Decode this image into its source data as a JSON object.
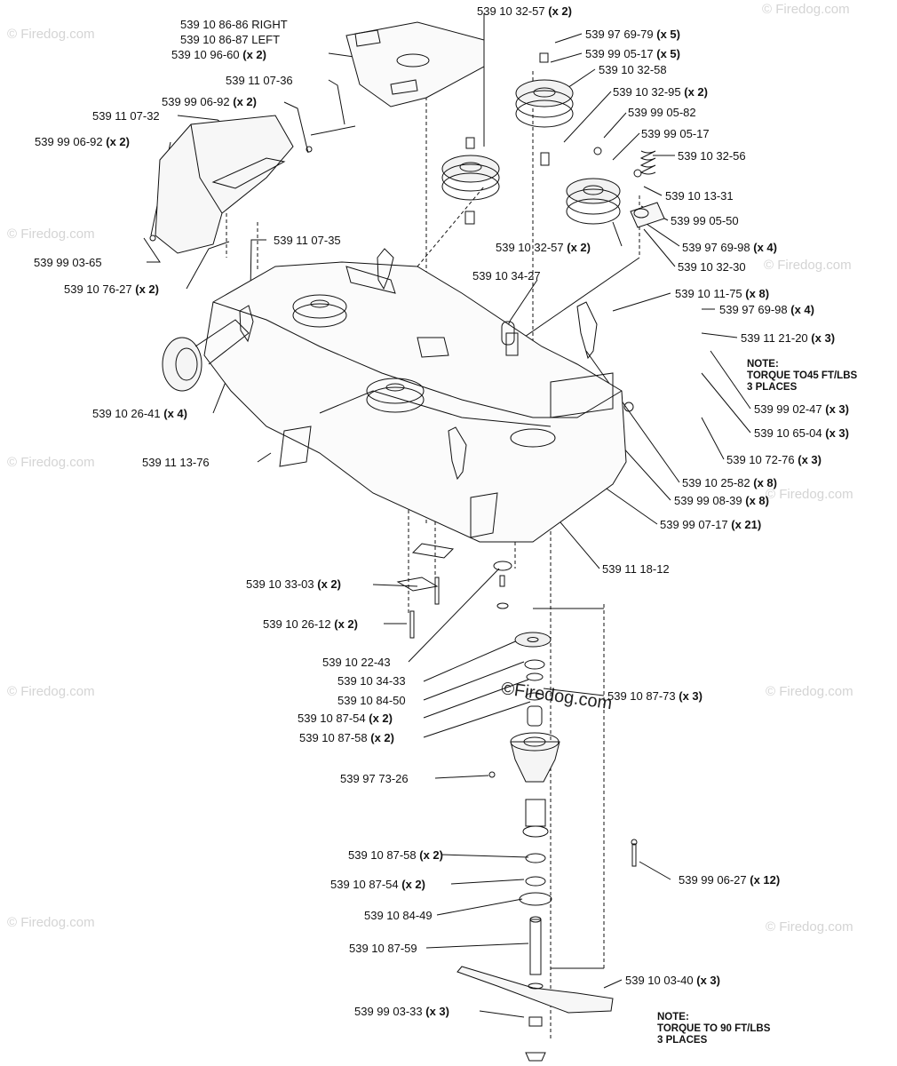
{
  "labels": {
    "p1": "539 10 86-86 RIGHT",
    "p2": "539 10 86-87 LEFT",
    "p3": "539 10 96-60",
    "p4": "539 11 07-36",
    "p5": "539 99 06-92",
    "p6": "539 11 07-32",
    "p7": "539 99 06-92",
    "p8": "539 99 03-65",
    "p9": "539 11 07-35",
    "p10": "539 10 76-27",
    "p11": "539 10 26-41",
    "p12": "539 11 13-76",
    "p13": "539 10 32-57",
    "p14": "539 97 69-79",
    "p15": "539 99 05-17",
    "p16": "539 10 32-58",
    "p17": "539 10 32-95",
    "p18": "539 99 05-82",
    "p19": "539 99 05-17",
    "p20": "539 10 32-56",
    "p21": "539 10 13-31",
    "p22": "539 99 05-50",
    "p23": "539 10 32-57",
    "p24": "539 97 69-98",
    "p25": "539 10 32-30",
    "p26": "539 10 34-27",
    "p27": "539 10 11-75",
    "p28": "539 97 69-98",
    "p29": "539 11 21-20",
    "p30": "539 99 02-47",
    "p31": "539 10 65-04",
    "p32": "539 10 72-76",
    "p33": "539 10 25-82",
    "p34": "539 99 08-39",
    "p35": "539 99 07-17",
    "p36": "539 11 18-12",
    "p37": "539 10 33-03",
    "p38": "539 10 26-12",
    "p39": "539 10 22-43",
    "p40": "539 10 34-33",
    "p41": "539 10 84-50",
    "p42": "539 10 87-54",
    "p43": "539 10 87-58",
    "p44": "539 10 87-73",
    "p45": "539 97 73-26",
    "p46": "539 10 87-58",
    "p47": "539 10 87-54",
    "p48": "539 10 84-49",
    "p49": "539 10 87-59",
    "p50": "539 99 06-27",
    "p51": "539 10 03-40",
    "p52": "539 99 03-33"
  },
  "qty": {
    "p3": "(x 2)",
    "p5": "(x 2)",
    "p7": "(x 2)",
    "p10": "(x 2)",
    "p11": "(x 4)",
    "p13": "(x 2)",
    "p14": "(x 5)",
    "p15": "(x 5)",
    "p17": "(x 2)",
    "p23": "(x 2)",
    "p24": "(x 4)",
    "p27": "(x 8)",
    "p28": "(x 4)",
    "p29": "(x 3)",
    "p30": "(x 3)",
    "p31": "(x 3)",
    "p32": "(x 3)",
    "p33": "(x 8)",
    "p34": "(x 8)",
    "p35": "(x 21)",
    "p37": "(x 2)",
    "p38": "(x 2)",
    "p42": "(x 2)",
    "p43": "(x 2)",
    "p44": "(x 3)",
    "p46": "(x 2)",
    "p47": "(x 2)",
    "p50": "(x 12)",
    "p51": "(x 3)",
    "p52": "(x 3)"
  },
  "notes": {
    "n1": [
      "NOTE:",
      "TORQUE TO45 FT/LBS",
      "3 PLACES"
    ],
    "n2": [
      "NOTE:",
      "TORQUE TO 90 FT/LBS",
      "3 PLACES"
    ]
  },
  "watermark": {
    "text": "© Firedog.com",
    "center_text": "©Firedog.com"
  }
}
